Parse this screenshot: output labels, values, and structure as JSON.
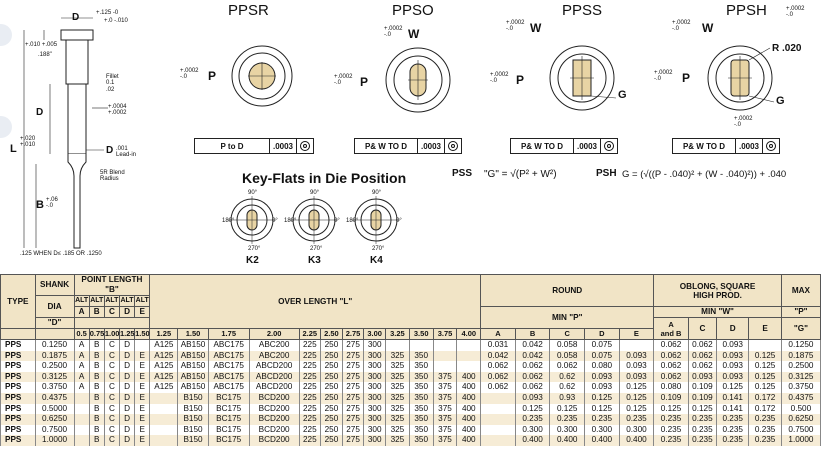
{
  "drawings": {
    "punch": {
      "labels": {
        "D_top": "D",
        "tol_top": "+.125\n-0",
        "tol_top2": "+.0\n-.010",
        "tol_shank": "+.010\n+.005",
        "val_188": ".188\"",
        "fillet": "Fillet\n0.1\n.02",
        "D_mid": "D",
        "tol_mid": "+.0004\n+.0002",
        "L": "L",
        "tol_L": "+.020\n+.010",
        "D_point": "D",
        "tol_point": ".001\nLead-in",
        "blend": "5R Blend\nRadius",
        "B": "B",
        "tol_B": "+.06\n-.0",
        "footnote": ".125 WHEN D≤ .185  OR .1250"
      }
    },
    "ppsr": {
      "title": "PPSR",
      "P": "P",
      "tol_P": "+.0002\n-.0",
      "box_label": "P to D",
      "box_value": ".0003"
    },
    "ppso": {
      "title": "PPSO",
      "W": "W",
      "P": "P",
      "tol_W": "+.0002\n-.0",
      "tol_P": "+.0002\n-.0",
      "box_label": "P& W TO D",
      "box_value": ".0003"
    },
    "ppss": {
      "title": "PPSS",
      "W": "W",
      "P": "P",
      "G": "G",
      "tol_W": "+.0002\n-.0",
      "tol_P": "+.0002\n-.0",
      "box_label": "P& W TO D",
      "box_value": ".0003",
      "formula_label": "PSS",
      "formula": "\"G\" = √(P² + W²)"
    },
    "ppsh": {
      "title": "PPSH",
      "W": "W",
      "P": "P",
      "R": "R .020",
      "G": "G",
      "tol_W": "+.0002\n-.0",
      "tol_P": "+.0002\n-.0",
      "tol_G": "+.0002\n-.0",
      "box_label": "P& W TO D",
      "box_value": ".0003",
      "formula_label": "PSH",
      "formula": "G = (√((P - .040)² + (W - .040)²)) + .040"
    },
    "keyflats": {
      "title": "Key-Flats in Die Position",
      "angles": [
        "90°",
        "180°",
        "0°",
        "270°"
      ],
      "items": [
        "K2",
        "K3",
        "K4"
      ]
    }
  },
  "table": {
    "headers": {
      "type": "TYPE",
      "shank": "SHANK",
      "shank_dia": "DIA",
      "shank_d": "\"D\"",
      "point_length": "POINT LENGTH \"B\"",
      "alt": "ALT",
      "alt_letters": [
        "A",
        "B",
        "C",
        "D",
        "E"
      ],
      "point_values": [
        "0.5",
        "0.75",
        "1.00",
        "1.25",
        "1.50"
      ],
      "over_length": "OVER LENGTH \"L\"",
      "over_values": [
        "1.25",
        "1.50",
        "1.75",
        "2.00",
        "2.25",
        "2.50",
        "2.75",
        "3.00",
        "3.25",
        "3.50",
        "3.75",
        "4.00"
      ],
      "round": "ROUND",
      "round_min": "MIN \"P\"",
      "round_cols": [
        "A",
        "B",
        "C",
        "D",
        "E"
      ],
      "oblong": "OBLONG, SQUARE\nHIGH PROD.",
      "oblong_min": "MIN \"W\"",
      "oblong_cols": [
        "A\nand B",
        "C",
        "D",
        "E"
      ],
      "max": "MAX",
      "max_p": "\"P\"",
      "max_g": "\"G\""
    },
    "rows": [
      [
        "PPS",
        "0.1250",
        "A",
        "B",
        "C",
        "D",
        "",
        "A125",
        "AB150",
        "ABC175",
        "ABC200",
        "225",
        "250",
        "275",
        "300",
        "",
        "",
        "",
        "",
        "0.031",
        "0.042",
        "0.058",
        "0.075",
        "",
        "0.062",
        "0.062",
        "0.093",
        "",
        "0.1250"
      ],
      [
        "PPS",
        "0.1875",
        "A",
        "B",
        "C",
        "D",
        "E",
        "A125",
        "AB150",
        "ABC175",
        "ABC200",
        "225",
        "250",
        "275",
        "300",
        "325",
        "350",
        "",
        "",
        "0.042",
        "0.042",
        "0.058",
        "0.075",
        "0.093",
        "0.062",
        "0.062",
        "0.093",
        "0.125",
        "0.1875"
      ],
      [
        "PPS",
        "0.2500",
        "A",
        "B",
        "C",
        "D",
        "E",
        "A125",
        "AB150",
        "ABC175",
        "ABCD200",
        "225",
        "250",
        "275",
        "300",
        "325",
        "350",
        "",
        "",
        "0.062",
        "0.062",
        "0.062",
        "0.080",
        "0.093",
        "0.062",
        "0.062",
        "0.093",
        "0.125",
        "0.2500"
      ],
      [
        "PPS",
        "0.3125",
        "A",
        "B",
        "C",
        "D",
        "E",
        "A125",
        "AB150",
        "ABC175",
        "ABCD200",
        "225",
        "250",
        "275",
        "300",
        "325",
        "350",
        "375",
        "400",
        "0.062",
        "0.062",
        "0.62",
        "0.093",
        "0.093",
        "0.062",
        "0.093",
        "0.093",
        "0.125",
        "0.3125"
      ],
      [
        "PPS",
        "0.3750",
        "A",
        "B",
        "C",
        "D",
        "E",
        "A125",
        "AB150",
        "ABC175",
        "ABCD200",
        "225",
        "250",
        "275",
        "300",
        "325",
        "350",
        "375",
        "400",
        "0.062",
        "0.062",
        "0.62",
        "0.093",
        "0.125",
        "0.080",
        "0.109",
        "0.125",
        "0.125",
        "0.3750"
      ],
      [
        "PPS",
        "0.4375",
        "",
        "B",
        "C",
        "D",
        "E",
        "",
        "B150",
        "BC175",
        "BCD200",
        "225",
        "250",
        "275",
        "300",
        "325",
        "350",
        "375",
        "400",
        "",
        "0.093",
        "0.93",
        "0.125",
        "0.125",
        "0.109",
        "0.109",
        "0.141",
        "0.172",
        "0.4375"
      ],
      [
        "PPS",
        "0.5000",
        "",
        "B",
        "C",
        "D",
        "E",
        "",
        "B150",
        "BC175",
        "BCD200",
        "225",
        "250",
        "275",
        "300",
        "325",
        "350",
        "375",
        "400",
        "",
        "0.125",
        "0.125",
        "0.125",
        "0.125",
        "0.125",
        "0.125",
        "0.141",
        "0.172",
        "0.500"
      ],
      [
        "PPS",
        "0.6250",
        "",
        "B",
        "C",
        "D",
        "E",
        "",
        "B150",
        "BC175",
        "BCD200",
        "225",
        "250",
        "275",
        "300",
        "325",
        "350",
        "375",
        "400",
        "",
        "0.235",
        "0.235",
        "0.235",
        "0.235",
        "0.235",
        "0.235",
        "0.235",
        "0.235",
        "0.6250"
      ],
      [
        "PPS",
        "0.7500",
        "",
        "B",
        "C",
        "D",
        "E",
        "",
        "B150",
        "BC175",
        "BCD200",
        "225",
        "250",
        "275",
        "300",
        "325",
        "350",
        "375",
        "400",
        "",
        "0.300",
        "0.300",
        "0.300",
        "0.300",
        "0.235",
        "0.235",
        "0.235",
        "0.235",
        "0.7500"
      ],
      [
        "PPS",
        "1.0000",
        "",
        "B",
        "C",
        "D",
        "E",
        "",
        "B150",
        "BC175",
        "BCD200",
        "225",
        "250",
        "275",
        "300",
        "325",
        "350",
        "375",
        "400",
        "",
        "0.400",
        "0.400",
        "0.400",
        "0.400",
        "0.235",
        "0.235",
        "0.235",
        "0.235",
        "1.0000"
      ]
    ]
  },
  "colors": {
    "header_bg": "#f1e4c6",
    "row_alt": "#f6ecd6",
    "slug_fill": "#e8d4a4"
  }
}
